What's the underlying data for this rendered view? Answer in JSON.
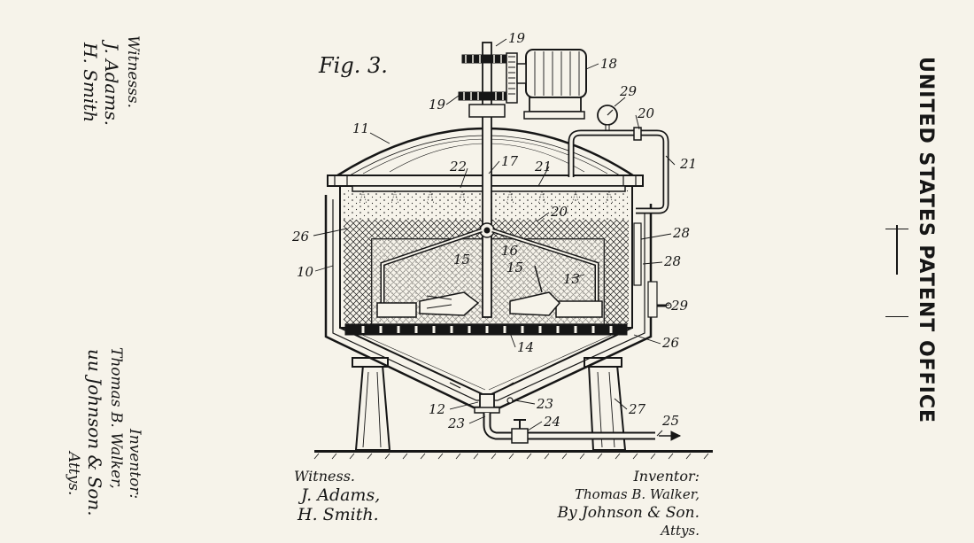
{
  "figure_title": "Fig. 3.",
  "office": "UNITED STATES PATENT OFFICE",
  "left_witness": {
    "heading": "Witnesss.",
    "names": [
      "J. Adams.",
      "H. Smith"
    ]
  },
  "left_inventor": {
    "heading": "Inventor:",
    "name": "Thomas B. Walker,",
    "by": "ии Johnson & Son.",
    "attys": "Attys."
  },
  "bottom_witness": {
    "heading": "Witness.",
    "names": [
      "J. Adams,",
      "H. Smith."
    ]
  },
  "bottom_inventor": {
    "heading": "Inventor:",
    "name": "Thomas B. Walker,",
    "by": "By Johnson & Son.",
    "attys": "Attys."
  },
  "reference_numerals": {
    "n10": "10",
    "n11": "11",
    "n12": "12",
    "n13": "13",
    "n14": "14",
    "n15a": "15",
    "n15b": "15",
    "n16": "16",
    "n17": "17",
    "n18": "18",
    "n19a": "19",
    "n19b": "19",
    "n20a": "20",
    "n20b": "20",
    "n21a": "21",
    "n21b": "21",
    "n22": "22",
    "n23a": "23",
    "n23b": "23",
    "n24": "24",
    "n25": "25",
    "n26a": "26",
    "n26b": "26",
    "n27": "27",
    "n28a": "28",
    "n28b": "28",
    "n29a": "29",
    "n29b": "29"
  },
  "colors": {
    "paper": "#f6f3ea",
    "ink": "#161616"
  }
}
